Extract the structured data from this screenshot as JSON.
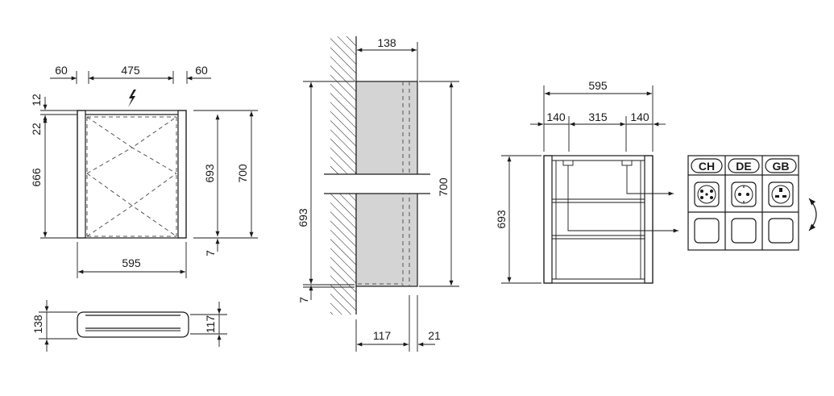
{
  "front_view": {
    "dims": {
      "left_margin": "60",
      "inner_width": "475",
      "right_margin": "60",
      "top_small": "12",
      "top_offset": "22",
      "inner_height": "666",
      "height_a": "693",
      "height_b": "700",
      "bottom_offset": "7",
      "total_width": "595"
    }
  },
  "top_view": {
    "dims": {
      "depth": "138",
      "depth_inner": "117"
    }
  },
  "side_view": {
    "dims": {
      "depth": "138",
      "height_a": "693",
      "height_b": "700",
      "bottom_offset": "7",
      "depth_body": "117",
      "depth_front": "21"
    }
  },
  "interior_view": {
    "dims": {
      "total_width": "595",
      "left": "140",
      "middle": "315",
      "right": "140",
      "height": "693"
    }
  },
  "socket_table": {
    "countries": [
      "CH",
      "DE",
      "GB"
    ]
  },
  "icons": {
    "lightning": "lightning-icon",
    "rotate": "rotate-arrow-icon"
  }
}
